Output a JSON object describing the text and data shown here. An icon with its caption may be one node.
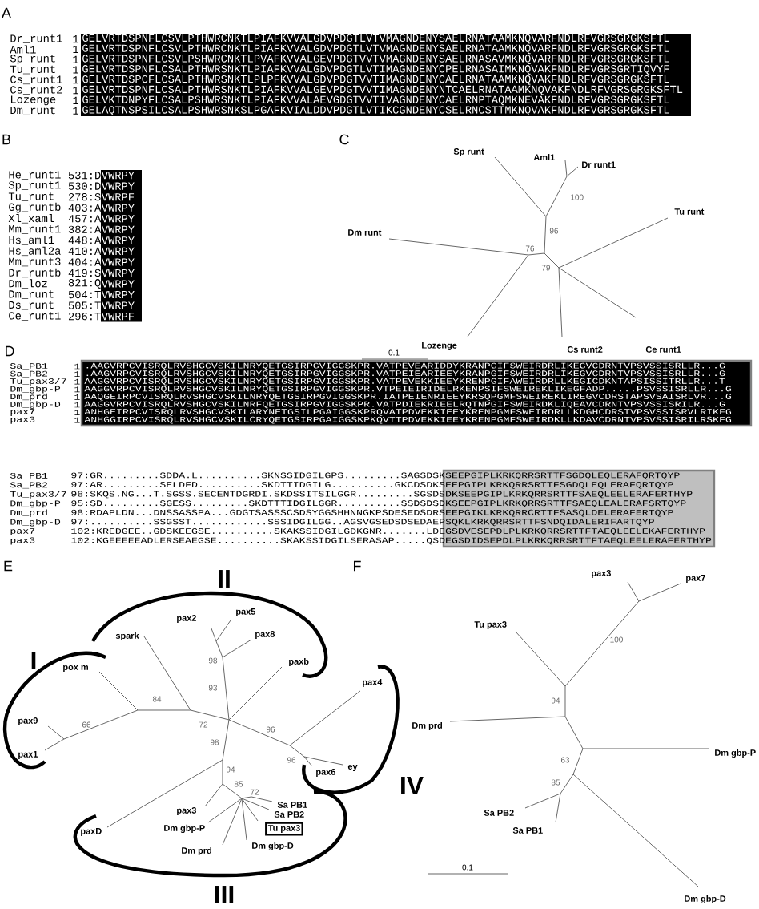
{
  "diagram": {
    "nodes": [
      {
        "text": [
          "Tu pax3"
        ]
      }
    ],
    "labels": [
      "A",
      "Dr_runt1",
      "1",
      "GELVRTDSPNFLCSVLPTHWRCNKTLPIAFKVVALGDVPDGTLVTVMAGNDENYSAELRNATAAMKNQVARFNDLRFVGRSGRGKSFTL",
      "Aml1",
      "1",
      "GELVRTDSPNFLCSVLPTHWRCNKTLPIAFKVVALGDVPDGTLVTVMAGNDENYSAELRNATAAMKNQVARFNDLRFVGRSGRGKSFTL",
      "Sp_runt",
      "1",
      "GELVRTDSPNFLCSVLPSHWRCNKTLPVAFKVVALGEVPDGTVVTVMAGNDENYSAELRNASAVMKNQVARFNDLRFVGRSGRGKSFTL",
      "Tu_runt",
      "1",
      "GELVRTDSPNFLCSALPTHWRSNKTLPIAFKVVALGDVPDGTLVTIMAGNDENYCPELRNASAIMKNQVAKFNDLRFVGRSGRTIQVYF",
      "Cs_runt1",
      "1",
      "GELVRTDSPCFLCSALPTHWRSNKTLPLPFKVVALGDVPDGTVVTIMAGNDENYCAELRNATAAMKNQVAKFNDLRFVGRSGRGKSFTL",
      "Cs_runt2",
      "1",
      "GELVRTDSPNFLCSALPTHWRSNKTLPIAFKVVALGEVPDGTVVTIMAGNDENYNTCAELRNATAAMKNQVAKFNDLRFVGRSGRGKSFTL",
      "Lozenge",
      "1",
      "GELVKTDNPYFLCSALPSHWRSNKTLPIAFKVVALAEVGDGTVVTIVAGNDENYCAELRNPTAQMKNEVAKFNDLRFVGRSGRGKSFTL",
      "Dm_runt",
      "1",
      "GELAQTNSPSILCSALPSHWRSNKSLPGAFKVIALDDVPDGTLVTIKCGNDENYCSELRNCSTTMKNQVAKFNDLRFVGRSGRGKSFTL",
      "B",
      "He_runt1",
      "531:D",
      "VWRPY",
      "Sp_runt1",
      "530:D",
      "VWRPY",
      "Tu_runt",
      "278:S",
      "VWRPF",
      "Gg_runtb",
      "403:A",
      "VWRPY",
      "Xl_xaml",
      "457:A",
      "VWRPY",
      "Mm_runt1",
      "382:A",
      "VWRPY",
      "Hs_aml1",
      "448:A",
      "VWRPY",
      "Hs_aml2a",
      "410:A",
      "VWRPY",
      "Mm_runt3",
      "404:A",
      "VWRPY",
      "Dr_runtb",
      "419:S",
      "VWRPY",
      "Dm_loz",
      "821:Q",
      "VWRPY",
      "Dm_runt",
      "504:T",
      "VWRPY",
      "Ds_runt",
      "505:T",
      "VWRPY",
      "Ce_runt1",
      "296:T",
      "VWRPF",
      "C",
      "Sp runt",
      "Aml1",
      "Dr runt1",
      "Tu runt",
      "Dm runt",
      "Lozenge",
      "Cs runt2",
      "Ce runt1",
      "100",
      "96",
      "76",
      "79",
      "0.1",
      "D",
      "Sa_PB1",
      "1",
      ".AAGVRPCVISRQLRVSHGCVSKILNRYQETGSIRPGVIGGSKPR.VATPEVEARIDDYKRANPGIFSWEIRDRLIKEGVCDRNTVPSVSSISRLLR...G",
      "Sa_PB2",
      "1",
      ".AAGVRPCVISRQLRVSHGCVSKILNRYQETGSIRPGVIGGSKPR.VATPEIEARIEEYKRANPGIFSWEIRDRLIKEGVCDRNTVPSVSSISRLLR...G",
      "Tu_pax3/7",
      "1",
      "AAGGVRPCVISRQLRVSHGCVSKILNRYQETGSIRPGVIGGSKPR.VATPEVEKKIEEYKRENPGIFAWEIRDRLLKEGICDKNTAPSISSITRLLR...T",
      "Dm_gbp-P",
      "1",
      "AAGGVRPCVISRQLRVSHGCVSKILNRYQETGSIRPGVIGGSKPR.VTPEIEIRIDELRKENPSIFSWEIREKLIKEGFADP.....PSVSSISRLLR...G",
      "Dm_prd",
      "1",
      "AAQGEIRPCVISRQLRVSHGCVSKILNRYQETGSIRPGVIGGSKPR.IATPEIENRIEEYKRSQPGMFSWEIREKLIREGVCDRSTAPSVSAISRLVR...G",
      "Dm_gbp-D",
      "1",
      "AAGGVRPCVISRQLRVSHGCVSKILNRFQETGSIRPGVIGGSKPR.VATPDIEKRIEELRQTNPGIFSWEIRDKLIQEAVCDRNTVPSVSSISRILR...G",
      "pax7",
      "1",
      "ANHGEIRPCVISRQLRVSHGCVSKILARYNETGSILPGAIGGSKPRQVATPDVEKKIEEYKRENPGMFSWEIRDRLLKDGHCDRSTVPSVSSISRVLRIKFG",
      "pax3",
      "1",
      "ANHGGIRPCVISRQLRVSHGCVSKILCRYQETGSIRPGAIGGSKPKQVTTPDVEKKIEEYKRENPGMFSWEIRDKLLKDAVCDRNTVPSVSSISRILRSKFG",
      "Sa_PB1",
      "97:GR.........SDDA.L..........SKNSSIDGILGPS.........SAGSDSKSEEPGIPLKRKQRRSRTTFSGDQLEQLERAFQRTQYP",
      "Sa_PB2",
      "97:AR.........SELDFD..........SKDTTIDGILG..........GKCDSDKSEEPGIPLKRKQRRSRTTFSGDQLEQLERAFQRTQYP",
      "Tu_pax3/7",
      "98:SKQS.NG...T.SGSS.SECENTDGRDI.SKDSSITSILGGR.........SGSDSDKSEEPGIPLKRKQRRSRTTFSAEQLEELERAFERTHYP",
      "Dm_gbp-P",
      "95:SD.........SGESS.........SKDTTTIDGILGGR..........SSDSDSDKSEEPGIPLKRKQRRSRTTFSAEQLEALERAFSRTQYP",
      "Dm_prd",
      "98:RDAPLDN...DNSSASSPA...GDGTSASSSCSDSYGGSHHNNGKPSDESEDSDRSEEPGIKLKRKQRRCRTTFSASQLDELERAFERTQYP",
      "Dm_gbp-D",
      "97:..........SSGSST............SSSIDGILGG..AGSVGSEDSDSEDAEPSQKLKRKQRRSRTTFSNDQIDALERIFARTQYP",
      "pax7",
      "102:KREDGEE..GDSKEEGSE..........SKAKSSIDGILGDKGNR.......LDEGSDVESEPDLPLKRKQRRSRTTFTAEQLEELEKAFERTHYP",
      "pax3",
      "102:KGEEEEEADLERSEAEGSE..........SKAKSSIDGILSERASAP.....QSDEGSDIDSEPDLPLKRKQRRSRTTFTAEQLEELERAFERTHYP",
      "E",
      "I",
      "II",
      "III",
      "IV",
      "spark",
      "pax2",
      "pax5",
      "pax8",
      "pox m",
      "paxb",
      "pax4",
      "pax9",
      "pax1",
      "pax6",
      "ey",
      "paxD",
      "pax3",
      "Sa PB1",
      "Sa PB2",
      "Dm gbp-P",
      "Dm gbp-D",
      "Dm prd",
      "98",
      "93",
      "84",
      "66",
      "72",
      "96",
      "98",
      "96",
      "94",
      "85",
      "72",
      "F",
      "pax3",
      "pax7",
      "Tu pax3",
      "Dm prd",
      "Dm gbp-P",
      "Sa PB2",
      "Sa PB1",
      "Dm gbp-D",
      "100",
      "94",
      "63",
      "85",
      "0.1"
    ]
  }
}
